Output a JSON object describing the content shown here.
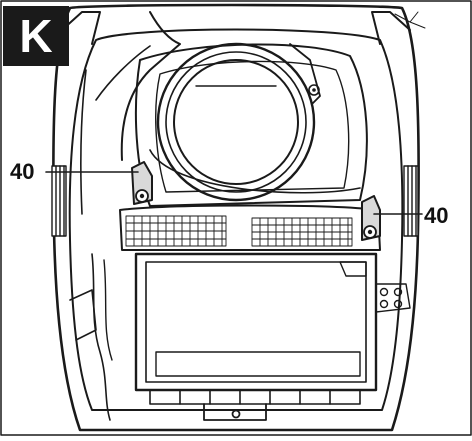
{
  "panel": {
    "letter": "K"
  },
  "callouts": [
    {
      "id": "left",
      "label": "40"
    },
    {
      "id": "right",
      "label": "40"
    }
  ],
  "colors": {
    "ink": "#1a1a1a",
    "paper": "#ffffff",
    "shade": "#d9d9d9"
  }
}
